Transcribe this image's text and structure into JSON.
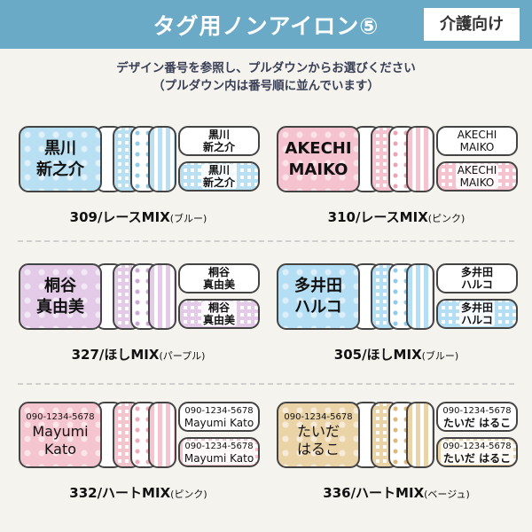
{
  "header": {
    "title": "タグ用ノンアイロン⑤",
    "badge": "介護向け"
  },
  "intro": {
    "line1": "デザイン番号を参照し、プルダウンからお選びください",
    "line2": "（プルダウン内は番号順に並んでいます）"
  },
  "items": [
    {
      "number": "309",
      "name": "/レースMIX",
      "variant": "(ブルー)",
      "main_lines": [
        "黒川",
        "新之介"
      ],
      "tag_lines": [
        "黒川",
        "新之介"
      ],
      "phone": "",
      "color": "#b9e0f2",
      "accent": "#8fcbe6"
    },
    {
      "number": "310",
      "name": "/レースMIX",
      "variant": "(ピンク)",
      "main_lines": [
        "AKECHI",
        "MAIKO"
      ],
      "tag_lines": [
        "AKECHI",
        "MAIKO"
      ],
      "phone": "",
      "color": "#f4c3cf",
      "accent": "#eaa2b4"
    },
    {
      "number": "327",
      "name": "/ほしMIX",
      "variant": "(パープル)",
      "main_lines": [
        "桐谷",
        "真由美"
      ],
      "tag_lines": [
        "桐谷",
        "真由美"
      ],
      "phone": "",
      "color": "#e3cbe8",
      "accent": "#cfa6d8"
    },
    {
      "number": "305",
      "name": "/ほしMIX",
      "variant": "(ブルー)",
      "main_lines": [
        "多井田",
        "ハルコ"
      ],
      "tag_lines": [
        "多井田",
        "ハルコ"
      ],
      "phone": "",
      "color": "#b4def4",
      "accent": "#8ccbec"
    },
    {
      "number": "332",
      "name": "/ハートMIX",
      "variant": "(ピンク)",
      "main_lines": [
        "Mayumi",
        "Kato"
      ],
      "tag_lines": [
        "Mayumi Kato"
      ],
      "phone": "090-1234-5678",
      "color": "#f5c5cf",
      "accent": "#efaab9"
    },
    {
      "number": "336",
      "name": "/ハートMIX",
      "variant": "(ベージュ)",
      "main_lines": [
        "たいだ",
        "はるこ"
      ],
      "tag_lines": [
        "たいだ はるこ"
      ],
      "phone": "090-1234-5678",
      "color": "#ebd3a8",
      "accent": "#dcb77a"
    }
  ]
}
